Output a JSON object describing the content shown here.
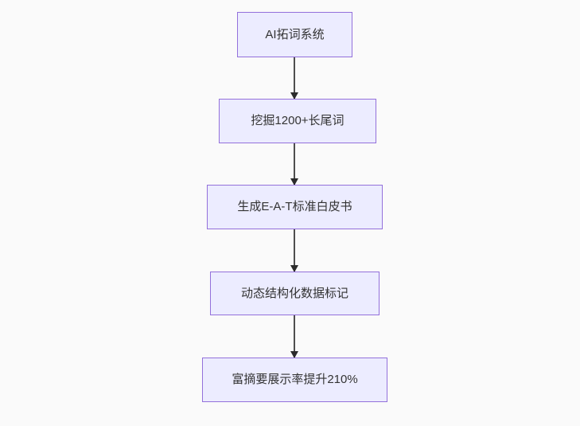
{
  "diagram": {
    "type": "flowchart",
    "direction": "top-down",
    "nodes": [
      {
        "id": "n0",
        "label": "AI拓词系统"
      },
      {
        "id": "n1",
        "label": "挖掘1200+长尾词"
      },
      {
        "id": "n2",
        "label": "生成E-A-T标准白皮书"
      },
      {
        "id": "n3",
        "label": "动态结构化数据标记"
      },
      {
        "id": "n4",
        "label": "富摘要展示率提升210%"
      }
    ],
    "edges": [
      {
        "from": "n0",
        "to": "n1",
        "style": "arrow"
      },
      {
        "from": "n1",
        "to": "n2",
        "style": "arrow"
      },
      {
        "from": "n2",
        "to": "n3",
        "style": "arrow"
      },
      {
        "from": "n3",
        "to": "n4",
        "style": "arrow"
      }
    ],
    "colors": {
      "background": "#fafafa",
      "node_fill": "#ececff",
      "node_border": "#9370db",
      "node_text": "#333333",
      "edge_line": "#4e4e4e",
      "edge_arrowhead": "#2b2b2b"
    }
  }
}
